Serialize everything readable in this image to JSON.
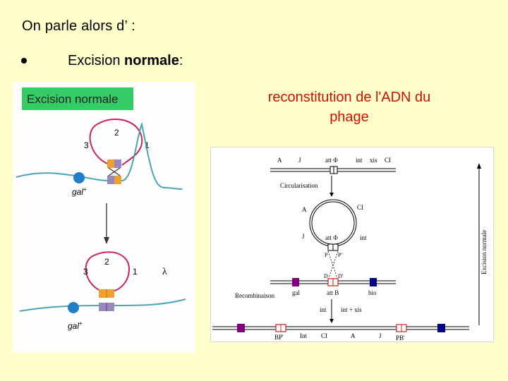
{
  "slide": {
    "title": "On parle alors d’ :",
    "bullet": {
      "text": "Excision ",
      "bold": "normale",
      "suffix": ":"
    },
    "caption_line1": "reconstitution de l'ADN du",
    "caption_line2": "phage"
  },
  "left_diagram": {
    "header": "Excision normale",
    "label_2": "2",
    "label_3": "3",
    "label_1": "1",
    "label_2b": "2",
    "label_3b": "3",
    "label_1b": "1",
    "gal_top": "gal",
    "gal_top_sup": "+",
    "gal_bottom": "gal",
    "gal_bottom_sup": "+",
    "lambda": "λ",
    "colors": {
      "header_bg": "#33cc66",
      "loop": "#cc2255",
      "dna": "#4aa3b8",
      "orange": "#f0a030",
      "violet": "#9988bb",
      "ball": "#1f7fc9"
    }
  },
  "right_diagram": {
    "row1": {
      "A": "A",
      "J": "J",
      "att": "att Φ",
      "int": "int",
      "xis": "xis",
      "CI": "CI"
    },
    "circularisation": "Circularisation",
    "circle": {
      "A": "A",
      "CI": "CI",
      "J": "J",
      "int": "int",
      "att": "att Φ",
      "P": "P",
      "Pp": "P'"
    },
    "D": "D",
    "Dp": "D'",
    "row2": {
      "recombinaison": "Recombinaison",
      "gal": "gal",
      "attB": "att B",
      "bio": "bio"
    },
    "int_label": "int",
    "int_xis_label": "int + xis",
    "row3": {
      "BP": "BP'",
      "Int": "Int",
      "CI": "CI",
      "A": "A",
      "J": "J",
      "PB": "PB'"
    },
    "side_label": "Excision normale",
    "colors": {
      "gal_box": "#800080",
      "bio_box": "#000080",
      "att_red": "#cc2222"
    }
  }
}
